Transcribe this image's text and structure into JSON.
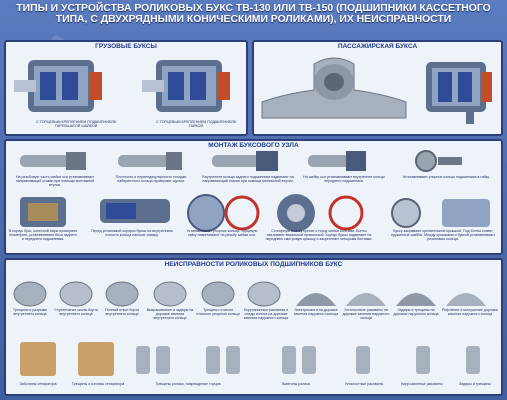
{
  "title": "ТИПЫ И УСТРОЙСТВА РОЛИКОВЫХ БУКС ТВ-130 ИЛИ ТВ-150 (ПОДШИПНИКИ КАССЕТНОГО ТИПА, С ДВУХРЯДНЫМИ КОНИЧЕСКИМИ РОЛИКАМИ), ИХ НЕИСПРАВНОСТИ",
  "cargo": {
    "header": "ГРУЗОВЫЕ БУКСЫ",
    "cap1": "С ТОРЦЕВЫМ КРЕПЛЕНИЕМ ПОДШИПНИКОВ ТАРЕЛЬЧАТОЙ ШАЙБОЙ",
    "cap2": "С ТОРЦЕВЫМ КРЕПЛЕНИЕМ ПОДШИПНИКОВ ГАЙКОЙ"
  },
  "passenger": {
    "header": "ПАССАЖИРСКАЯ БУКСА"
  },
  "mount": {
    "header": "МОНТАЖ БУКСОВОГО УЗЛА",
    "caps": [
      "На резьбовую часть шейки оси устанавливают направляющий стакан при помощи монтажной втулки.",
      "Плотность и перпендикулярность посадки лабиринтного кольца проверяют щупом.",
      "Внутреннее кольцо заднего подшипника надвигают на направляющий стакан при помощи монтажной втулки.",
      "На шейку оси устанавливают внутреннее кольцо переднего подшипника.",
      "Устанавливают упорное кольцо подшипника в гайку.",
      "В корпус букс, колесной пары проверяют геометрию, устанавливают блок заднего и переднего подшипника.",
      "Перед установкой корпуса буксы на внутреннюю полость кольца наносят смазку.",
      "Устанавливают упорное кольцо. Торцевую гайку навинчивают на резьбу шейки оси.",
      "Стопорную планку крепят к торцу шейки болтами. Болты связывают вязальной проволокой. Корпус буксы надвигают на переднюю смотровую крышку и закрепляют четырьмя болтами.",
      "Буксу закрывают крепительной крышкой. Под болты ставят пружинные шайбы. Между крышками и буксой устанавливают резиновые кольца."
    ]
  },
  "defects": {
    "header": "НЕИСПРАВНОСТИ РОЛИКОВЫХ ПОДШИПНИКОВ БУКС",
    "row1": [
      "Трещины и разрывы внутреннего кольца",
      "Ступенчатые сколы борта внутреннего кольца",
      "Полный откол борта внутреннего кольца",
      "Выкрашивание и задиры на дорожке качения внутреннего кольца",
      "Трещины и излом плоского упорного кольца",
      "Коррозионные раковины и следы износа на дорожке качения наружного кольца",
      "Электроожоги на дорожке качения наружного кольца",
      "Усталостные раковины на дорожке качения наружного кольца",
      "Задиры и трещины на дорожке наружного кольца",
      "Рифление и шелушение дорожки качения наружного кольца"
    ],
    "row2": [
      "Заболины сепаратора",
      "Трещины и изломы сепаратора",
      "Трещины ролика, повреждение торцов",
      "Вмятины ролика",
      "Усталостные раковины",
      "Коррозионные раковины",
      "Задиры и трещины"
    ]
  }
}
